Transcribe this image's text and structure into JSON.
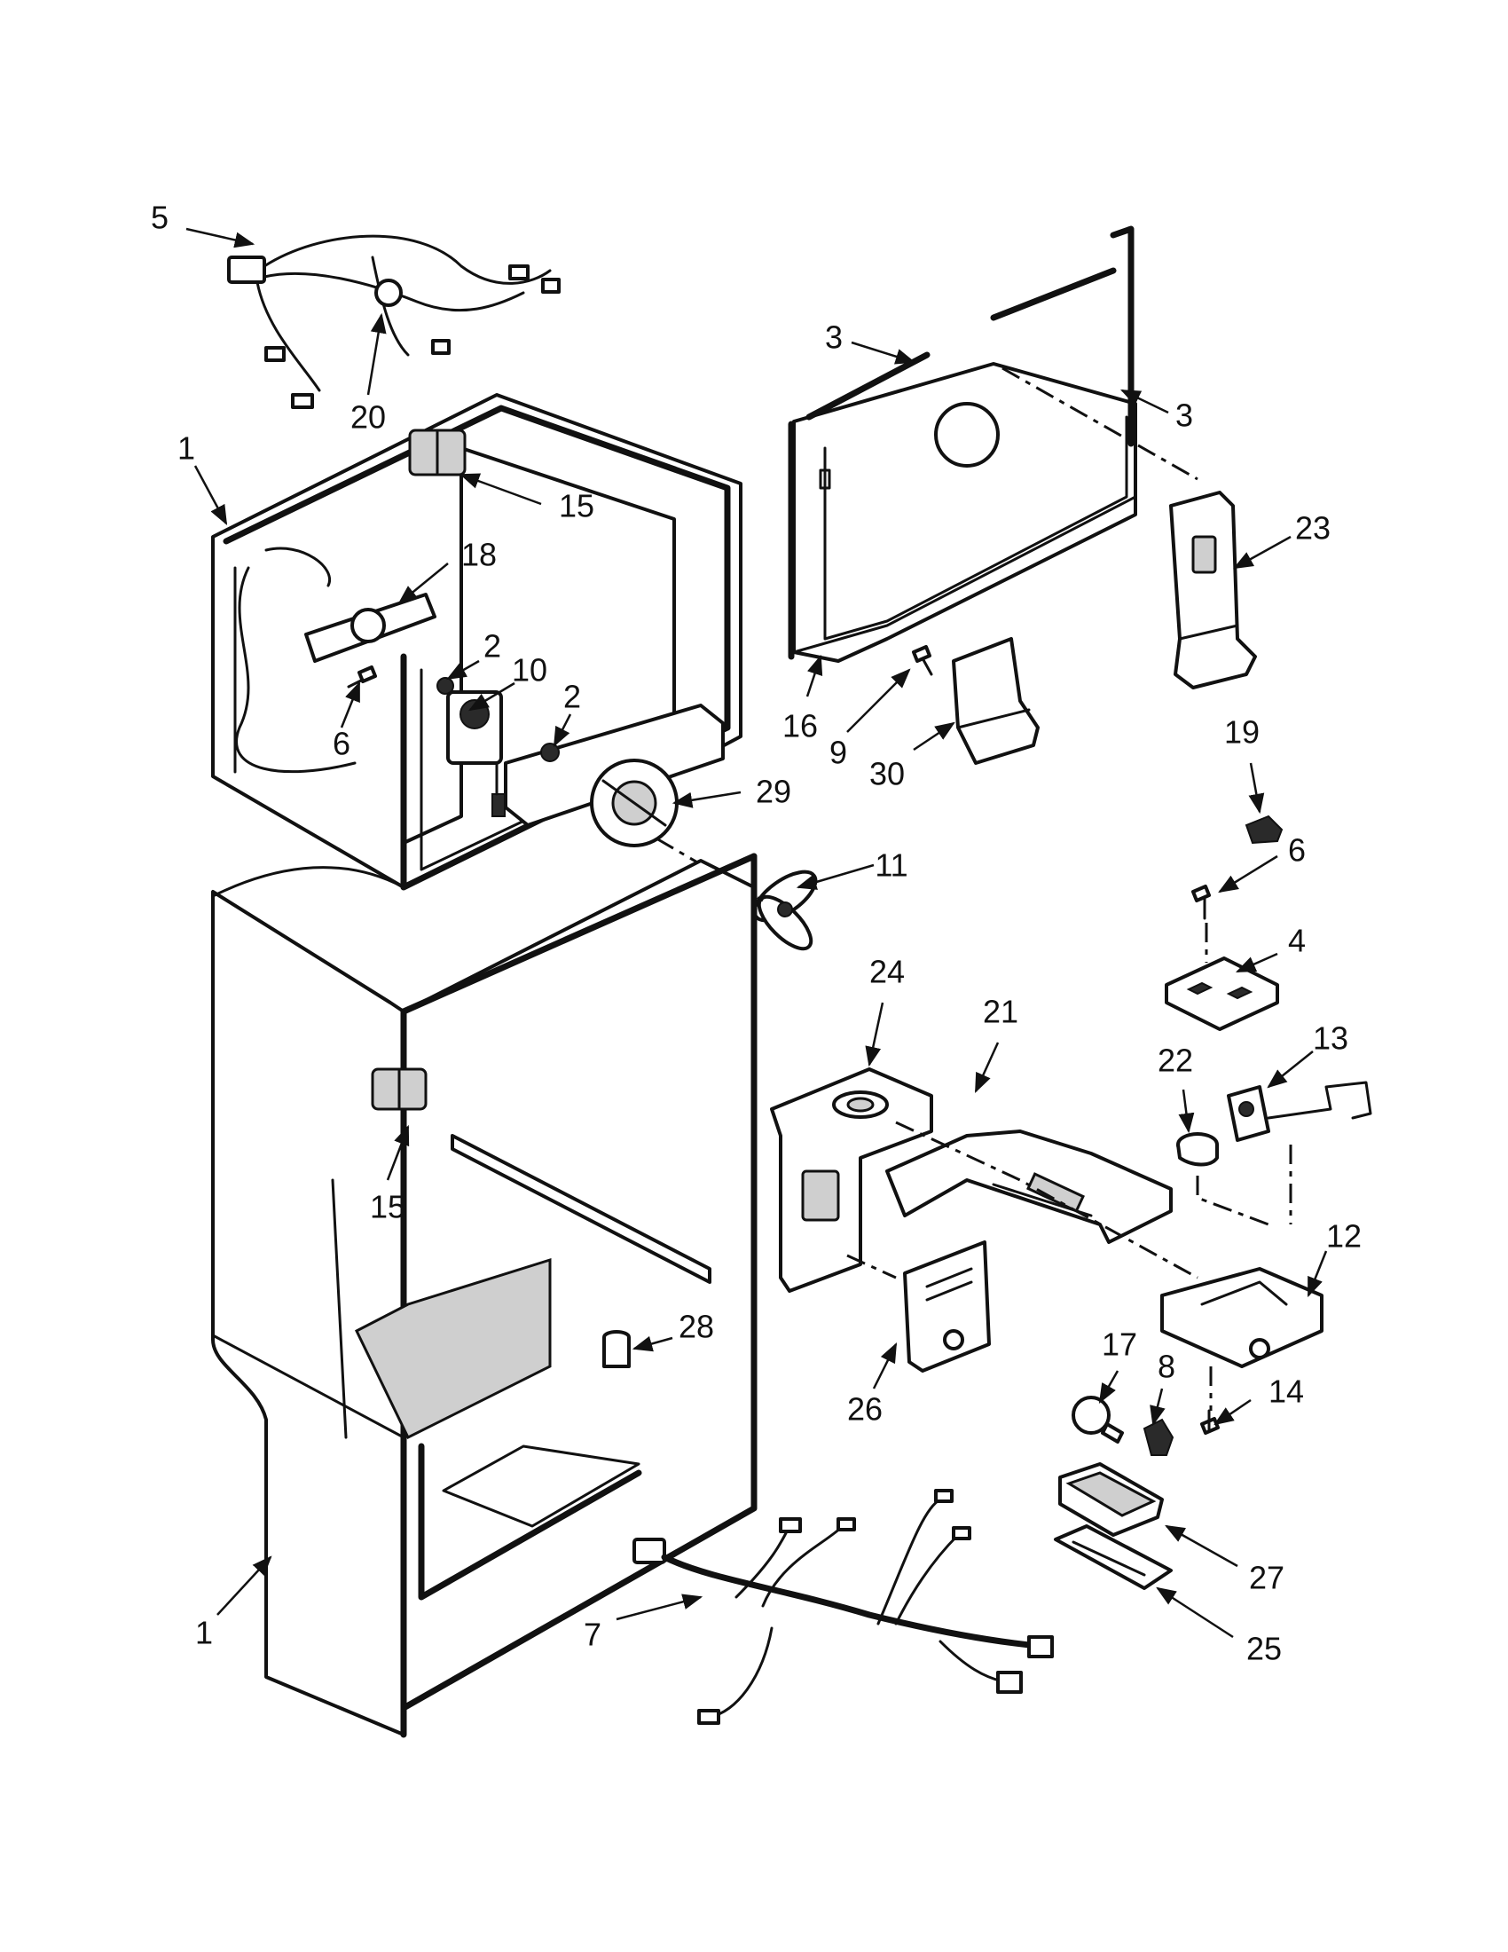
{
  "callouts": [
    {
      "id": "c5",
      "text": "5"
    },
    {
      "id": "c20",
      "text": "20"
    },
    {
      "id": "c1a",
      "text": "1"
    },
    {
      "id": "c15a",
      "text": "15"
    },
    {
      "id": "c18",
      "text": "18"
    },
    {
      "id": "c2a",
      "text": "2"
    },
    {
      "id": "c10",
      "text": "10"
    },
    {
      "id": "c2b",
      "text": "2"
    },
    {
      "id": "c6a",
      "text": "6"
    },
    {
      "id": "c29",
      "text": "29"
    },
    {
      "id": "c11",
      "text": "11"
    },
    {
      "id": "c15b",
      "text": "15"
    },
    {
      "id": "c28",
      "text": "28"
    },
    {
      "id": "c1b",
      "text": "1"
    },
    {
      "id": "c7",
      "text": "7"
    },
    {
      "id": "c3a",
      "text": "3"
    },
    {
      "id": "c3b",
      "text": "3"
    },
    {
      "id": "c23",
      "text": "23"
    },
    {
      "id": "c16",
      "text": "16"
    },
    {
      "id": "c9",
      "text": "9"
    },
    {
      "id": "c30",
      "text": "30"
    },
    {
      "id": "c19",
      "text": "19"
    },
    {
      "id": "c6b",
      "text": "6"
    },
    {
      "id": "c4",
      "text": "4"
    },
    {
      "id": "c24",
      "text": "24"
    },
    {
      "id": "c21",
      "text": "21"
    },
    {
      "id": "c22",
      "text": "22"
    },
    {
      "id": "c13",
      "text": "13"
    },
    {
      "id": "c12",
      "text": "12"
    },
    {
      "id": "c26",
      "text": "26"
    },
    {
      "id": "c17",
      "text": "17"
    },
    {
      "id": "c8",
      "text": "8"
    },
    {
      "id": "c14",
      "text": "14"
    },
    {
      "id": "c27",
      "text": "27"
    },
    {
      "id": "c25",
      "text": "25"
    }
  ]
}
